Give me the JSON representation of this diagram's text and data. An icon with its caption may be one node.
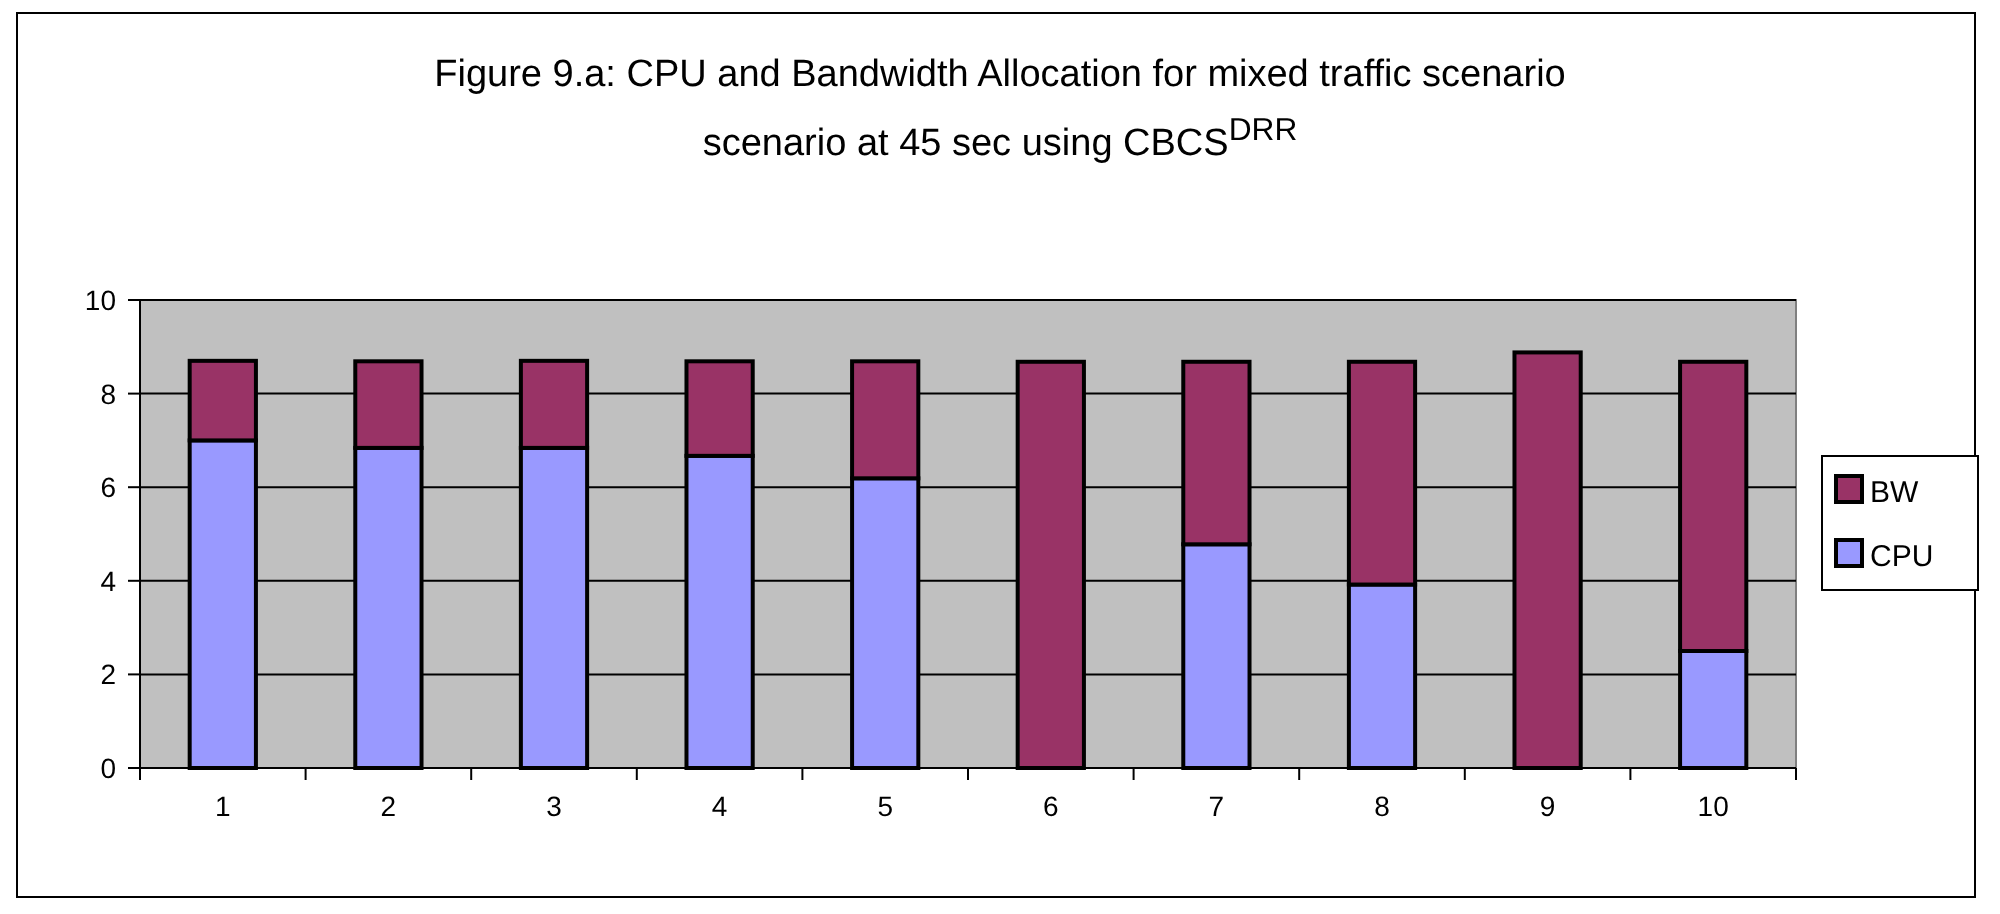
{
  "diagram": {
    "chart_data": {
      "type": "bar",
      "title": "Figure 9.a: CPU and Bandwidth Allocation for mixed traffic scenario scenario at 45 sec using CBCS$^{DRR}$",
      "stacked": true,
      "orientation": "vertical",
      "categories": [
        "1",
        "2",
        "3",
        "4",
        "5",
        "6",
        "7",
        "8",
        "9",
        "10"
      ],
      "series": [
        {
          "name": "CPU",
          "color": "#9999ff",
          "values": [
            7.0,
            6.84,
            6.84,
            6.67,
            6.19,
            0,
            4.78,
            3.92,
            0,
            2.5
          ]
        },
        {
          "name": "BW",
          "color": "#993366",
          "values": [
            1.7,
            1.85,
            1.86,
            2.02,
            2.5,
            8.68,
            3.9,
            4.76,
            8.88,
            6.18
          ]
        }
      ],
      "ylim": [
        0,
        10
      ],
      "yticks": [
        0,
        2,
        4,
        6,
        8,
        10
      ],
      "grid": true,
      "legend": true
    }
  }
}
